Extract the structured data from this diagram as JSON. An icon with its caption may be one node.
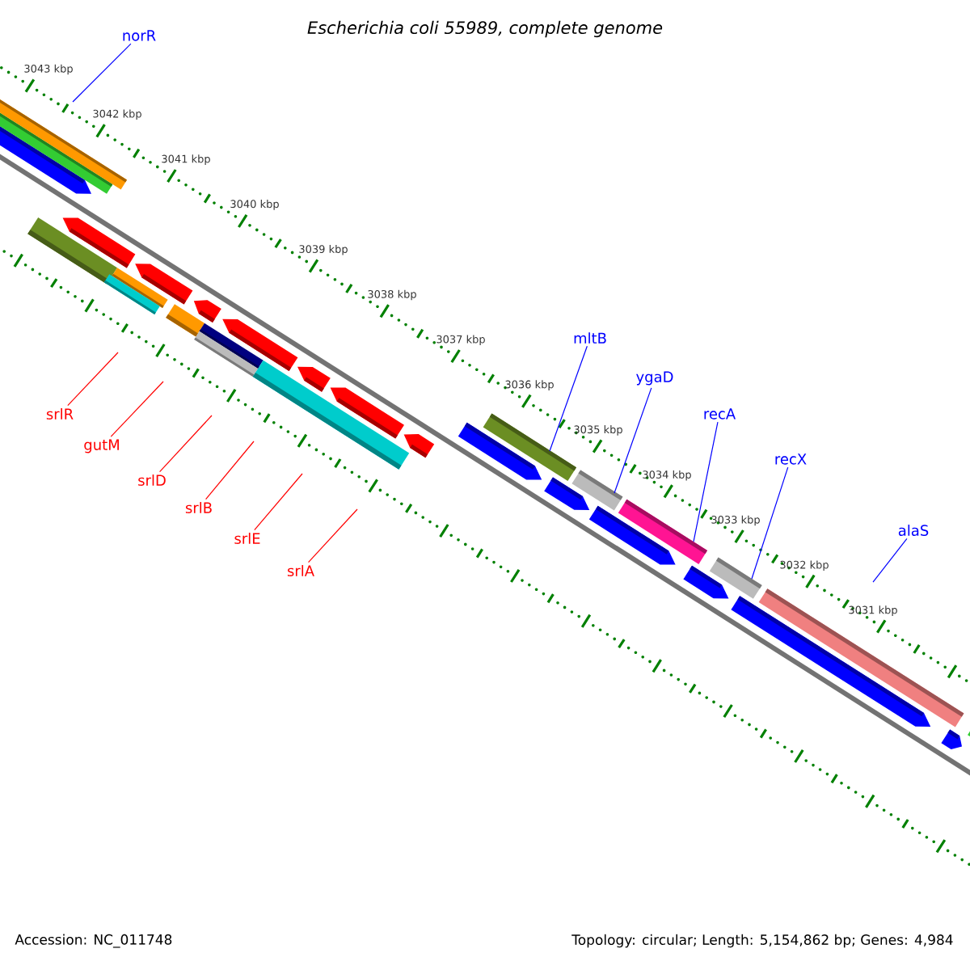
{
  "diagram": {
    "title": "Escherichia coli 55989, complete genome",
    "nodes": [
      {
        "text": [
          "norR"
        ]
      },
      {
        "text": [
          "mltB"
        ]
      },
      {
        "text": [
          "ygaD"
        ]
      },
      {
        "text": [
          "recA"
        ]
      },
      {
        "text": [
          "recX"
        ]
      },
      {
        "text": [
          "alaS"
        ]
      },
      {
        "text": [
          "srlR"
        ]
      },
      {
        "text": [
          "gutM"
        ]
      },
      {
        "text": [
          "srlD"
        ]
      },
      {
        "text": [
          "srlB"
        ]
      },
      {
        "text": [
          "srlE"
        ]
      },
      {
        "text": [
          "srlA"
        ]
      }
    ],
    "edges": [
      {
        "from": 0,
        "to": null,
        "arrow": "none",
        "color": "#0000ff"
      },
      {
        "from": 1,
        "to": null,
        "arrow": "none",
        "color": "#0000ff"
      },
      {
        "from": 2,
        "to": null,
        "arrow": "none",
        "color": "#0000ff"
      },
      {
        "from": 3,
        "to": null,
        "arrow": "none",
        "color": "#0000ff"
      },
      {
        "from": 4,
        "to": null,
        "arrow": "none",
        "color": "#0000ff"
      },
      {
        "from": 5,
        "to": null,
        "arrow": "none",
        "color": "#0000ff"
      },
      {
        "from": 6,
        "to": null,
        "arrow": "none",
        "color": "#ff0000"
      },
      {
        "from": 7,
        "to": null,
        "arrow": "none",
        "color": "#ff0000"
      },
      {
        "from": 8,
        "to": null,
        "arrow": "none",
        "color": "#ff0000"
      },
      {
        "from": 9,
        "to": null,
        "arrow": "none",
        "color": "#ff0000"
      },
      {
        "from": 10,
        "to": null,
        "arrow": "none",
        "color": "#ff0000"
      },
      {
        "from": 11,
        "to": null,
        "arrow": "none",
        "color": "#ff0000"
      }
    ],
    "labels": [
      "3043 kbp",
      "3042 kbp",
      "3041 kbp",
      "3040 kbp",
      "3039 kbp",
      "3038 kbp",
      "3037 kbp",
      "3036 kbp",
      "3035 kbp",
      "3034 kbp",
      "3033 kbp",
      "3032 kbp",
      "3031 kbp",
      "Accession: NC_011748",
      "Topology: circular; Length: 5,154,862 bp; Genes: 4,984"
    ]
  }
}
